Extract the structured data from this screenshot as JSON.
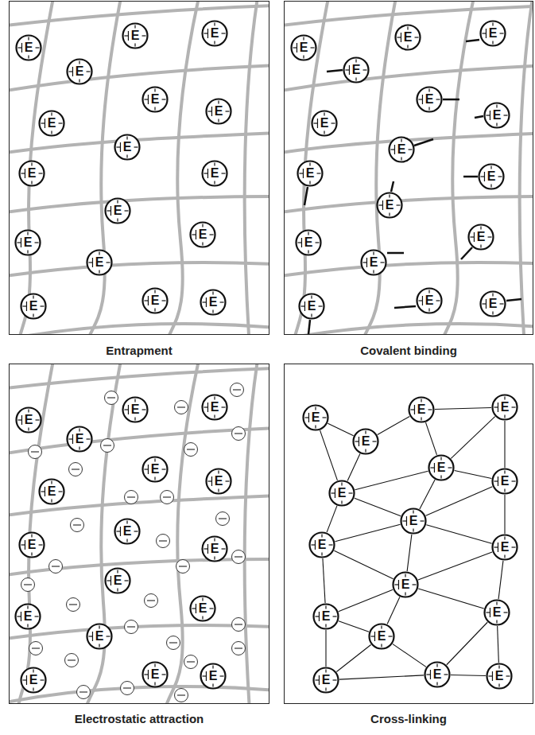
{
  "diagram": {
    "nodes": [
      {
        "text": [
          "Entrapment"
        ]
      },
      {
        "text": [
          "E"
        ],
        "in": 0
      },
      {
        "text": [
          "E"
        ],
        "in": 0
      },
      {
        "text": [
          "E"
        ],
        "in": 0
      },
      {
        "text": [
          "E"
        ],
        "in": 0
      },
      {
        "text": [
          "E"
        ],
        "in": 0
      },
      {
        "text": [
          "E"
        ],
        "in": 0
      },
      {
        "text": [
          "E"
        ],
        "in": 0
      },
      {
        "text": [
          "E"
        ],
        "in": 0
      },
      {
        "text": [
          "E"
        ],
        "in": 0
      },
      {
        "text": [
          "E"
        ],
        "in": 0
      },
      {
        "text": [
          "E"
        ],
        "in": 0
      },
      {
        "text": [
          "E"
        ],
        "in": 0
      },
      {
        "text": [
          "E"
        ],
        "in": 0
      },
      {
        "text": [
          "E"
        ],
        "in": 0
      },
      {
        "text": [
          "E"
        ],
        "in": 0
      },
      {
        "text": [
          "E"
        ],
        "in": 0
      },
      {
        "text": [
          "E"
        ],
        "in": 0
      },
      {
        "text": [
          "Covalent binding"
        ]
      },
      {
        "text": [
          "E"
        ],
        "in": 18
      },
      {
        "text": [
          "E"
        ],
        "in": 18
      },
      {
        "text": [
          "E"
        ],
        "in": 18
      },
      {
        "text": [
          "E"
        ],
        "in": 18
      },
      {
        "text": [
          "E"
        ],
        "in": 18
      },
      {
        "text": [
          "E"
        ],
        "in": 18
      },
      {
        "text": [
          "E"
        ],
        "in": 18
      },
      {
        "text": [
          "E"
        ],
        "in": 18
      },
      {
        "text": [
          "E"
        ],
        "in": 18
      },
      {
        "text": [
          "E"
        ],
        "in": 18
      },
      {
        "text": [
          "E"
        ],
        "in": 18
      },
      {
        "text": [
          "E"
        ],
        "in": 18
      },
      {
        "text": [
          "E"
        ],
        "in": 18
      },
      {
        "text": [
          "E"
        ],
        "in": 18
      },
      {
        "text": [
          "E"
        ],
        "in": 18
      },
      {
        "text": [
          "E"
        ],
        "in": 18
      },
      {
        "text": [
          "E"
        ],
        "in": 18
      },
      {
        "text": [
          "Electrostatic attraction"
        ]
      },
      {
        "text": [
          "E"
        ],
        "in": 36
      },
      {
        "text": [
          "E"
        ],
        "in": 36
      },
      {
        "text": [
          "E"
        ],
        "in": 36
      },
      {
        "text": [
          "E"
        ],
        "in": 36
      },
      {
        "text": [
          "E"
        ],
        "in": 36
      },
      {
        "text": [
          "E"
        ],
        "in": 36
      },
      {
        "text": [
          "E"
        ],
        "in": 36
      },
      {
        "text": [
          "E"
        ],
        "in": 36
      },
      {
        "text": [
          "E"
        ],
        "in": 36
      },
      {
        "text": [
          "E"
        ],
        "in": 36
      },
      {
        "text": [
          "E"
        ],
        "in": 36
      },
      {
        "text": [
          "E"
        ],
        "in": 36
      },
      {
        "text": [
          "E"
        ],
        "in": 36
      },
      {
        "text": [
          "E"
        ],
        "in": 36
      },
      {
        "text": [
          "E"
        ],
        "in": 36
      },
      {
        "text": [
          "E"
        ],
        "in": 36
      },
      {
        "text": [
          "E"
        ],
        "in": 36
      },
      {
        "text": [
          "Cross-linking"
        ]
      },
      {
        "text": [
          "E"
        ],
        "in": 54
      },
      {
        "text": [
          "E"
        ],
        "in": 54
      },
      {
        "text": [
          "E"
        ],
        "in": 54
      },
      {
        "text": [
          "E"
        ],
        "in": 54
      },
      {
        "text": [
          "E"
        ],
        "in": 54
      },
      {
        "text": [
          "E"
        ],
        "in": 54
      },
      {
        "text": [
          "E"
        ],
        "in": 54
      },
      {
        "text": [
          "E"
        ],
        "in": 54
      },
      {
        "text": [
          "E"
        ],
        "in": 54
      },
      {
        "text": [
          "E"
        ],
        "in": 54
      },
      {
        "text": [
          "E"
        ],
        "in": 54
      },
      {
        "text": [
          "E"
        ],
        "in": 54
      },
      {
        "text": [
          "E"
        ],
        "in": 54
      },
      {
        "text": [
          "E"
        ],
        "in": 54
      },
      {
        "text": [
          "E"
        ],
        "in": 54
      },
      {
        "text": [
          "E"
        ],
        "in": 54
      },
      {
        "text": [
          "E"
        ],
        "in": 54
      }
    ],
    "edges": [
      {
        "from": 55,
        "to": 56,
        "arrow": "none"
      },
      {
        "from": 56,
        "to": 57,
        "arrow": "none"
      },
      {
        "from": 55,
        "to": 59,
        "arrow": "none"
      },
      {
        "from": 56,
        "to": 59,
        "arrow": "none"
      },
      {
        "from": 57,
        "to": 60,
        "arrow": "none"
      },
      {
        "from": 57,
        "to": 58,
        "arrow": "none"
      },
      {
        "from": 58,
        "to": 60,
        "arrow": "none"
      },
      {
        "from": 58,
        "to": 61,
        "arrow": "none"
      },
      {
        "from": 60,
        "to": 61,
        "arrow": "none"
      },
      {
        "from": 59,
        "to": 60,
        "arrow": "none"
      },
      {
        "from": 59,
        "to": 62,
        "arrow": "none"
      },
      {
        "from": 60,
        "to": 62,
        "arrow": "none"
      },
      {
        "from": 62,
        "to": 61,
        "arrow": "none"
      },
      {
        "from": 59,
        "to": 63,
        "arrow": "none"
      },
      {
        "from": 63,
        "to": 62,
        "arrow": "none"
      },
      {
        "from": 63,
        "to": 65,
        "arrow": "none"
      },
      {
        "from": 62,
        "to": 65,
        "arrow": "none"
      },
      {
        "from": 62,
        "to": 64,
        "arrow": "none"
      },
      {
        "from": 61,
        "to": 64,
        "arrow": "none"
      },
      {
        "from": 64,
        "to": 65,
        "arrow": "none"
      },
      {
        "from": 64,
        "to": 68,
        "arrow": "none"
      },
      {
        "from": 63,
        "to": 66,
        "arrow": "none"
      },
      {
        "from": 65,
        "to": 66,
        "arrow": "none"
      },
      {
        "from": 65,
        "to": 67,
        "arrow": "none"
      },
      {
        "from": 65,
        "to": 68,
        "arrow": "none"
      },
      {
        "from": 66,
        "to": 67,
        "arrow": "none"
      },
      {
        "from": 66,
        "to": 69,
        "arrow": "none"
      },
      {
        "from": 67,
        "to": 69,
        "arrow": "none"
      },
      {
        "from": 67,
        "to": 70,
        "arrow": "none"
      },
      {
        "from": 68,
        "to": 70,
        "arrow": "none"
      },
      {
        "from": 68,
        "to": 71,
        "arrow": "none"
      },
      {
        "from": 70,
        "to": 71,
        "arrow": "none"
      },
      {
        "from": 69,
        "to": 70,
        "arrow": "none"
      }
    ]
  }
}
